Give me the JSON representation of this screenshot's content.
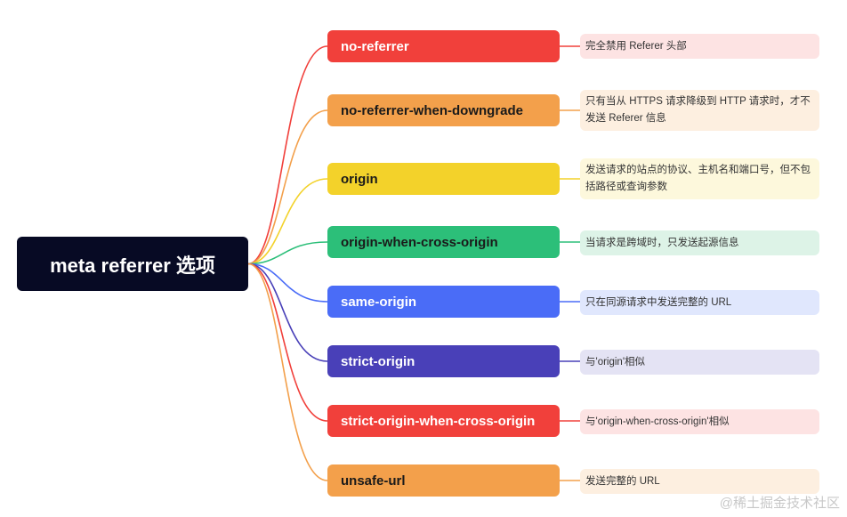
{
  "root": {
    "label": "meta referrer 选项"
  },
  "options": [
    {
      "label": "no-referrer",
      "note": "完全禁用 Referer 头部",
      "color": "#f1403b",
      "note_bg": "#fde3e3",
      "text_color": "#ffffff"
    },
    {
      "label": "no-referrer-when-downgrade",
      "note": "只有当从 HTTPS 请求降级到 HTTP 请求时，才不发送 Referer 信息",
      "color": "#f3a04b",
      "note_bg": "#fdefe0",
      "text_color": "#1a1a1a"
    },
    {
      "label": "origin",
      "note": "发送请求的站点的协议、主机名和端口号，但不包括路径或查询参数",
      "color": "#f3d22a",
      "note_bg": "#fdf8dc",
      "text_color": "#1a1a1a"
    },
    {
      "label": "origin-when-cross-origin",
      "note": "当请求是跨域时，只发送起源信息",
      "color": "#2cbf79",
      "note_bg": "#ddf3e7",
      "text_color": "#1a1a1a"
    },
    {
      "label": "same-origin",
      "note": "只在同源请求中发送完整的 URL",
      "color": "#4a6cf7",
      "note_bg": "#e0e7fd",
      "text_color": "#ffffff"
    },
    {
      "label": "strict-origin",
      "note": "与'origin'相似",
      "color": "#4940b8",
      "note_bg": "#e4e3f4",
      "text_color": "#ffffff"
    },
    {
      "label": "strict-origin-when-cross-origin",
      "note": "与'origin-when-cross-origin'相似",
      "color": "#f1403b",
      "note_bg": "#fde3e3",
      "text_color": "#ffffff"
    },
    {
      "label": "unsafe-url",
      "note": "发送完整的 URL",
      "color": "#f3a04b",
      "note_bg": "#fdefe0",
      "text_color": "#1a1a1a"
    }
  ],
  "watermark": "@稀土掘金技术社区"
}
